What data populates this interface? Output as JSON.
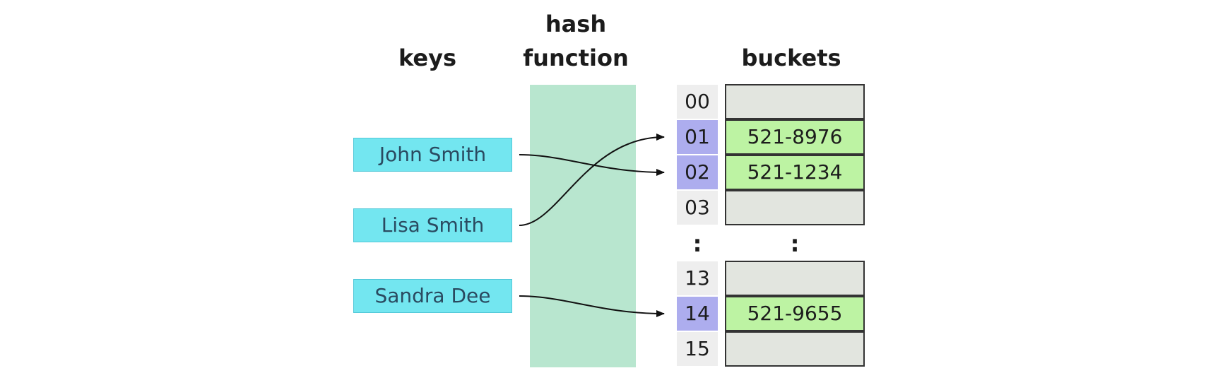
{
  "headers": {
    "keys": "keys",
    "hash_line1": "hash",
    "hash_line2": "function",
    "buckets": "buckets"
  },
  "keys": [
    "John Smith",
    "Lisa Smith",
    "Sandra Dee"
  ],
  "slots": [
    {
      "index": "00",
      "value": "",
      "used": false
    },
    {
      "index": "01",
      "value": "521-8976",
      "used": true
    },
    {
      "index": "02",
      "value": "521-1234",
      "used": true
    },
    {
      "index": "03",
      "value": "",
      "used": false
    },
    {
      "index": "13",
      "value": "",
      "used": false
    },
    {
      "index": "14",
      "value": "521-9655",
      "used": true
    },
    {
      "index": "15",
      "value": "",
      "used": false
    }
  ],
  "ellipsis": ":",
  "mappings": [
    {
      "key": "John Smith",
      "slot": "02"
    },
    {
      "key": "Lisa Smith",
      "slot": "01"
    },
    {
      "key": "Sandra Dee",
      "slot": "14"
    }
  ],
  "colors": {
    "key_fill": "#73e6f0",
    "hash_band": "#b8e6cf",
    "slot_used": "#adadee",
    "slot_empty": "#eeeeee",
    "cell_filled": "#bdf3a3",
    "cell_empty": "#e2e5df"
  }
}
